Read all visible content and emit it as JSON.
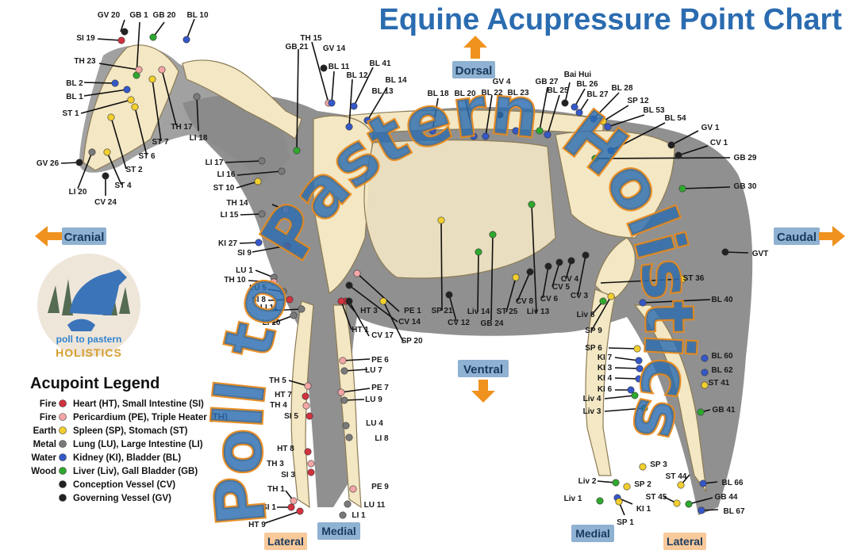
{
  "title": "Equine Acupressure Point Chart",
  "directions": {
    "dorsal": "Dorsal",
    "ventral": "Ventral",
    "cranial": "Cranial",
    "caudal": "Caudal"
  },
  "sides": {
    "lateral_left": "Lateral",
    "medial_left": "Medial",
    "medial_right": "Medial",
    "lateral_right": "Lateral"
  },
  "logo": {
    "line1": "poll to pastern",
    "line2": "HOLISTICS"
  },
  "watermark": "Poll to Pastern Holistics",
  "colors": {
    "fire_heart": "#d1323f",
    "fire_pericardium": "#f4a6a6",
    "earth": "#f2cf2e",
    "metal": "#7a7a7a",
    "water": "#3558c9",
    "wood": "#2fa82f",
    "vessel": "#222222",
    "title_blue": "#2b6cb0",
    "arrow_orange": "#f0921e"
  },
  "legend": {
    "title": "Acupoint Legend",
    "items": [
      {
        "element": "Fire",
        "color": "#d1323f",
        "text": "Heart  (HT), Small Intestine (SI)"
      },
      {
        "element": "Fire",
        "color": "#f4a6a6",
        "text": "Pericardium (PE), Triple Heater (TH)"
      },
      {
        "element": "Earth",
        "color": "#f2cf2e",
        "text": "Spleen (SP), Stomach (ST)"
      },
      {
        "element": "Metal",
        "color": "#7a7a7a",
        "text": "Lung (LU), Large Intestine (LI)"
      },
      {
        "element": "Water",
        "color": "#3558c9",
        "text": "Kidney (KI), Bladder (BL)"
      },
      {
        "element": "Wood",
        "color": "#2fa82f",
        "text": "Liver (Liv), Gall Bladder (GB)"
      },
      {
        "element": "",
        "color": "#222222",
        "text": "Conception Vessel (CV)"
      },
      {
        "element": "",
        "color": "#222222",
        "text": "Governing Vessel (GV)"
      }
    ]
  },
  "points": [
    {
      "label": "GV 20",
      "c": "vessel"
    },
    {
      "label": "GB 1",
      "c": "wood"
    },
    {
      "label": "GB 20",
      "c": "wood"
    },
    {
      "label": "BL 10",
      "c": "water"
    },
    {
      "label": "SI 19",
      "c": "fire_heart"
    },
    {
      "label": "TH 23",
      "c": "fire_pericardium"
    },
    {
      "label": "BL 2",
      "c": "water"
    },
    {
      "label": "BL 1",
      "c": "water"
    },
    {
      "label": "ST 1",
      "c": "earth"
    },
    {
      "label": "TH 17",
      "c": "fire_pericardium"
    },
    {
      "label": "ST 7",
      "c": "earth"
    },
    {
      "label": "ST 6",
      "c": "earth"
    },
    {
      "label": "LI 18",
      "c": "metal"
    },
    {
      "label": "GV 26",
      "c": "vessel"
    },
    {
      "label": "ST 2",
      "c": "earth"
    },
    {
      "label": "ST 4",
      "c": "earth"
    },
    {
      "label": "LI 20",
      "c": "metal"
    },
    {
      "label": "CV 24",
      "c": "vessel"
    },
    {
      "label": "TH 15",
      "c": "fire_pericardium"
    },
    {
      "label": "GB 21",
      "c": "wood"
    },
    {
      "label": "GV 14",
      "c": "vessel"
    },
    {
      "label": "BL 11",
      "c": "water"
    },
    {
      "label": "BL 12",
      "c": "water"
    },
    {
      "label": "BL 41",
      "c": "water"
    },
    {
      "label": "BL 14",
      "c": "water"
    },
    {
      "label": "BL 13",
      "c": "water"
    },
    {
      "label": "BL 18",
      "c": "water"
    },
    {
      "label": "BL 20",
      "c": "water"
    },
    {
      "label": "GV 4",
      "c": "vessel"
    },
    {
      "label": "BL 22",
      "c": "water"
    },
    {
      "label": "BL 23",
      "c": "water"
    },
    {
      "label": "GB 27",
      "c": "wood"
    },
    {
      "label": "BL 25",
      "c": "water"
    },
    {
      "label": "Bai Hui",
      "c": "vessel"
    },
    {
      "label": "BL 26",
      "c": "water"
    },
    {
      "label": "BL 27",
      "c": "water"
    },
    {
      "label": "BL 28",
      "c": "water"
    },
    {
      "label": "SP 12",
      "c": "earth"
    },
    {
      "label": "BL 53",
      "c": "water"
    },
    {
      "label": "BL 54",
      "c": "water"
    },
    {
      "label": "GV 1",
      "c": "vessel"
    },
    {
      "label": "CV 1",
      "c": "vessel"
    },
    {
      "label": "GB 29",
      "c": "wood"
    },
    {
      "label": "GB 30",
      "c": "wood"
    },
    {
      "label": "GVT",
      "c": "vessel"
    },
    {
      "label": "LI 17",
      "c": "metal"
    },
    {
      "label": "LI 16",
      "c": "metal"
    },
    {
      "label": "ST 10",
      "c": "earth"
    },
    {
      "label": "TH 14",
      "c": "fire_pericardium"
    },
    {
      "label": "LI 15",
      "c": "metal"
    },
    {
      "label": "KI 27",
      "c": "water"
    },
    {
      "label": "SI 9",
      "c": "fire_heart"
    },
    {
      "label": "LU 1",
      "c": "metal"
    },
    {
      "label": "TH 10",
      "c": "fire_pericardium"
    },
    {
      "label": "LU 5",
      "c": "metal"
    },
    {
      "label": "SI 8",
      "c": "fire_heart"
    },
    {
      "label": "LI 11",
      "c": "metal"
    },
    {
      "label": "LI 10",
      "c": "metal"
    },
    {
      "label": "HT 3",
      "c": "fire_heart"
    },
    {
      "label": "HT 1",
      "c": "fire_heart"
    },
    {
      "label": "PE 1",
      "c": "fire_pericardium"
    },
    {
      "label": "CV 14",
      "c": "vessel"
    },
    {
      "label": "CV 17",
      "c": "vessel"
    },
    {
      "label": "SP 20",
      "c": "earth"
    },
    {
      "label": "SP 21",
      "c": "earth"
    },
    {
      "label": "CV 12",
      "c": "vessel"
    },
    {
      "label": "Liv 14",
      "c": "wood"
    },
    {
      "label": "GB 24",
      "c": "wood"
    },
    {
      "label": "ST 25",
      "c": "earth"
    },
    {
      "label": "Liv 13",
      "c": "wood"
    },
    {
      "label": "CV 8",
      "c": "vessel"
    },
    {
      "label": "CV 6",
      "c": "vessel"
    },
    {
      "label": "CV 5",
      "c": "vessel"
    },
    {
      "label": "CV 4",
      "c": "vessel"
    },
    {
      "label": "CV 3",
      "c": "vessel"
    },
    {
      "label": "PE 6",
      "c": "fire_pericardium"
    },
    {
      "label": "LU 7",
      "c": "metal"
    },
    {
      "label": "TH 5",
      "c": "fire_pericardium"
    },
    {
      "label": "PE 7",
      "c": "fire_pericardium"
    },
    {
      "label": "HT 7",
      "c": "fire_heart"
    },
    {
      "label": "LU 9",
      "c": "metal"
    },
    {
      "label": "TH 4",
      "c": "fire_pericardium"
    },
    {
      "label": "SI 5",
      "c": "fire_heart"
    },
    {
      "label": "LU 4",
      "c": "metal"
    },
    {
      "label": "LI 8",
      "c": "metal"
    },
    {
      "label": "HT 8",
      "c": "fire_heart"
    },
    {
      "label": "TH 3",
      "c": "fire_pericardium"
    },
    {
      "label": "SI 3",
      "c": "fire_heart"
    },
    {
      "label": "PE 9",
      "c": "fire_pericardium"
    },
    {
      "label": "LU 11",
      "c": "metal"
    },
    {
      "label": "TH 1",
      "c": "fire_pericardium"
    },
    {
      "label": "SI 1",
      "c": "fire_heart"
    },
    {
      "label": "HT 9",
      "c": "fire_heart"
    },
    {
      "label": "LI 1",
      "c": "metal"
    },
    {
      "label": "ST 36",
      "c": "earth"
    },
    {
      "label": "BL 40",
      "c": "water"
    },
    {
      "label": "Liv 8",
      "c": "wood"
    },
    {
      "label": "SP 9",
      "c": "earth"
    },
    {
      "label": "SP 6",
      "c": "earth"
    },
    {
      "label": "KI 7",
      "c": "water"
    },
    {
      "label": "KI 3",
      "c": "water"
    },
    {
      "label": "KI 4",
      "c": "water"
    },
    {
      "label": "KI 6",
      "c": "water"
    },
    {
      "label": "Liv 4",
      "c": "wood"
    },
    {
      "label": "Liv 3",
      "c": "wood"
    },
    {
      "label": "ST 41",
      "c": "earth"
    },
    {
      "label": "BL 60",
      "c": "water"
    },
    {
      "label": "BL 62",
      "c": "water"
    },
    {
      "label": "GB 41",
      "c": "wood"
    },
    {
      "label": "Liv 2",
      "c": "wood"
    },
    {
      "label": "Liv 1",
      "c": "wood"
    },
    {
      "label": "SP 2",
      "c": "earth"
    },
    {
      "label": "SP 3",
      "c": "earth"
    },
    {
      "label": "KI 1",
      "c": "water"
    },
    {
      "label": "SP 1",
      "c": "earth"
    },
    {
      "label": "ST 44",
      "c": "earth"
    },
    {
      "label": "ST 45",
      "c": "earth"
    },
    {
      "label": "BL 66",
      "c": "water"
    },
    {
      "label": "GB 44",
      "c": "wood"
    },
    {
      "label": "BL 67",
      "c": "water"
    }
  ]
}
